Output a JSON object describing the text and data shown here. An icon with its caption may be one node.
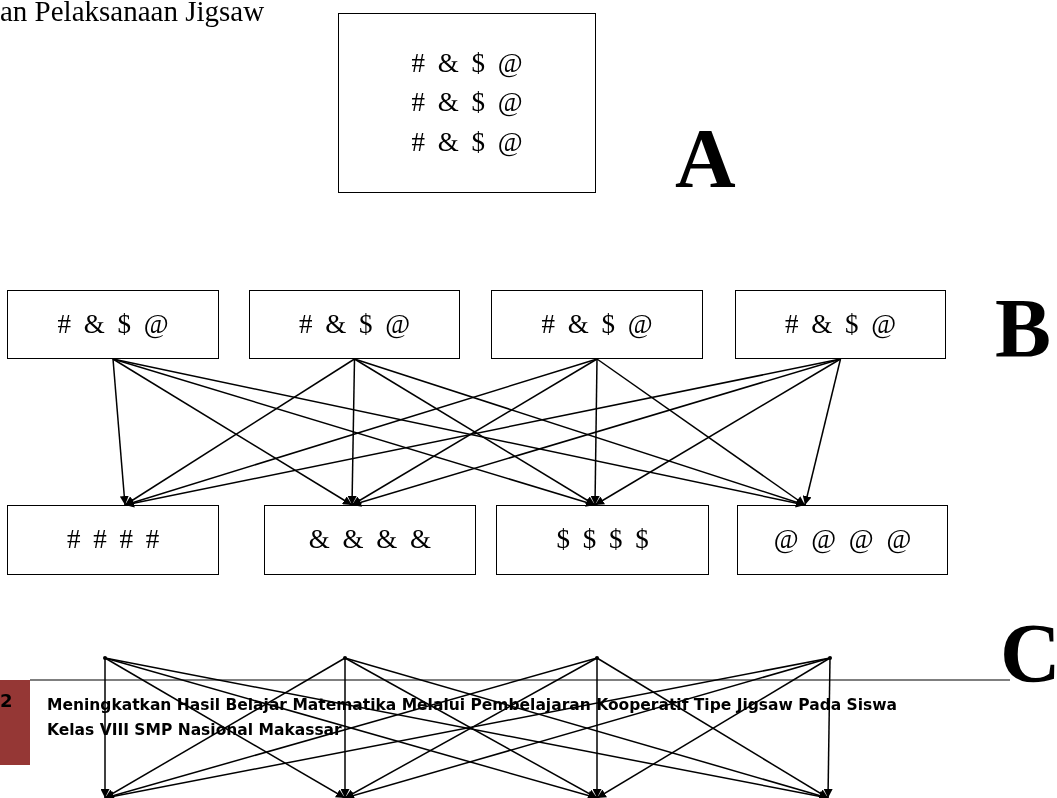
{
  "diagram": {
    "title": "an Pelaksanaan Jigsaw",
    "nodes": [
      {
        "text": [
          "# & $ @",
          "# & $ @",
          "# & $ @"
        ]
      },
      {
        "text": [
          "# & $ @"
        ]
      },
      {
        "text": [
          "# & $ @"
        ]
      },
      {
        "text": [
          "# & $ @"
        ]
      },
      {
        "text": [
          "# & $ @"
        ]
      },
      {
        "text": [
          "# # # #"
        ]
      },
      {
        "text": [
          "& & & &"
        ]
      },
      {
        "text": [
          "$ $ $ $"
        ]
      },
      {
        "text": [
          "@ @ @ @"
        ]
      },
      {
        "text": [],
        "shape": "dot"
      },
      {
        "text": [],
        "shape": "dot"
      },
      {
        "text": [],
        "shape": "dot"
      },
      {
        "text": [],
        "shape": "dot"
      }
    ],
    "edges": [
      {
        "from": 1,
        "to": 5,
        "arrow": "to"
      },
      {
        "from": 1,
        "to": 6,
        "arrow": "to"
      },
      {
        "from": 1,
        "to": 7,
        "arrow": "to"
      },
      {
        "from": 1,
        "to": 8,
        "arrow": "to"
      },
      {
        "from": 2,
        "to": 5,
        "arrow": "to"
      },
      {
        "from": 2,
        "to": 6,
        "arrow": "to"
      },
      {
        "from": 2,
        "to": 7,
        "arrow": "to"
      },
      {
        "from": 2,
        "to": 8,
        "arrow": "to"
      },
      {
        "from": 3,
        "to": 5,
        "arrow": "to"
      },
      {
        "from": 3,
        "to": 6,
        "arrow": "to"
      },
      {
        "from": 3,
        "to": 7,
        "arrow": "to"
      },
      {
        "from": 3,
        "to": 8,
        "arrow": "to"
      },
      {
        "from": 4,
        "to": 5,
        "arrow": "to"
      },
      {
        "from": 4,
        "to": 6,
        "arrow": "to"
      },
      {
        "from": 4,
        "to": 7,
        "arrow": "to"
      },
      {
        "from": 4,
        "to": 8,
        "arrow": "to"
      },
      {
        "from": 9,
        "to": null,
        "arrow": "to"
      },
      {
        "from": 9,
        "to": null,
        "arrow": "to"
      },
      {
        "from": 9,
        "to": null,
        "arrow": "to"
      },
      {
        "from": 9,
        "to": null,
        "arrow": "to"
      },
      {
        "from": 10,
        "to": null,
        "arrow": "to"
      },
      {
        "from": 10,
        "to": null,
        "arrow": "to"
      },
      {
        "from": 10,
        "to": null,
        "arrow": "to"
      },
      {
        "from": 10,
        "to": null,
        "arrow": "to"
      },
      {
        "from": 11,
        "to": null,
        "arrow": "to"
      },
      {
        "from": 11,
        "to": null,
        "arrow": "to"
      },
      {
        "from": 11,
        "to": null,
        "arrow": "to"
      },
      {
        "from": 11,
        "to": null,
        "arrow": "to"
      },
      {
        "from": 12,
        "to": null,
        "arrow": "to"
      },
      {
        "from": 12,
        "to": null,
        "arrow": "to"
      },
      {
        "from": 12,
        "to": null,
        "arrow": "to"
      },
      {
        "from": 12,
        "to": null,
        "arrow": "to"
      }
    ],
    "labels": [
      "A",
      "B",
      "C",
      "2",
      "Meningkatkan Hasil Belajar Matematika Melalui Pembelajaran Kooperatif Tipe Jigsaw Pada Siswa Kelas VIII SMP Nasional Makassar"
    ]
  }
}
